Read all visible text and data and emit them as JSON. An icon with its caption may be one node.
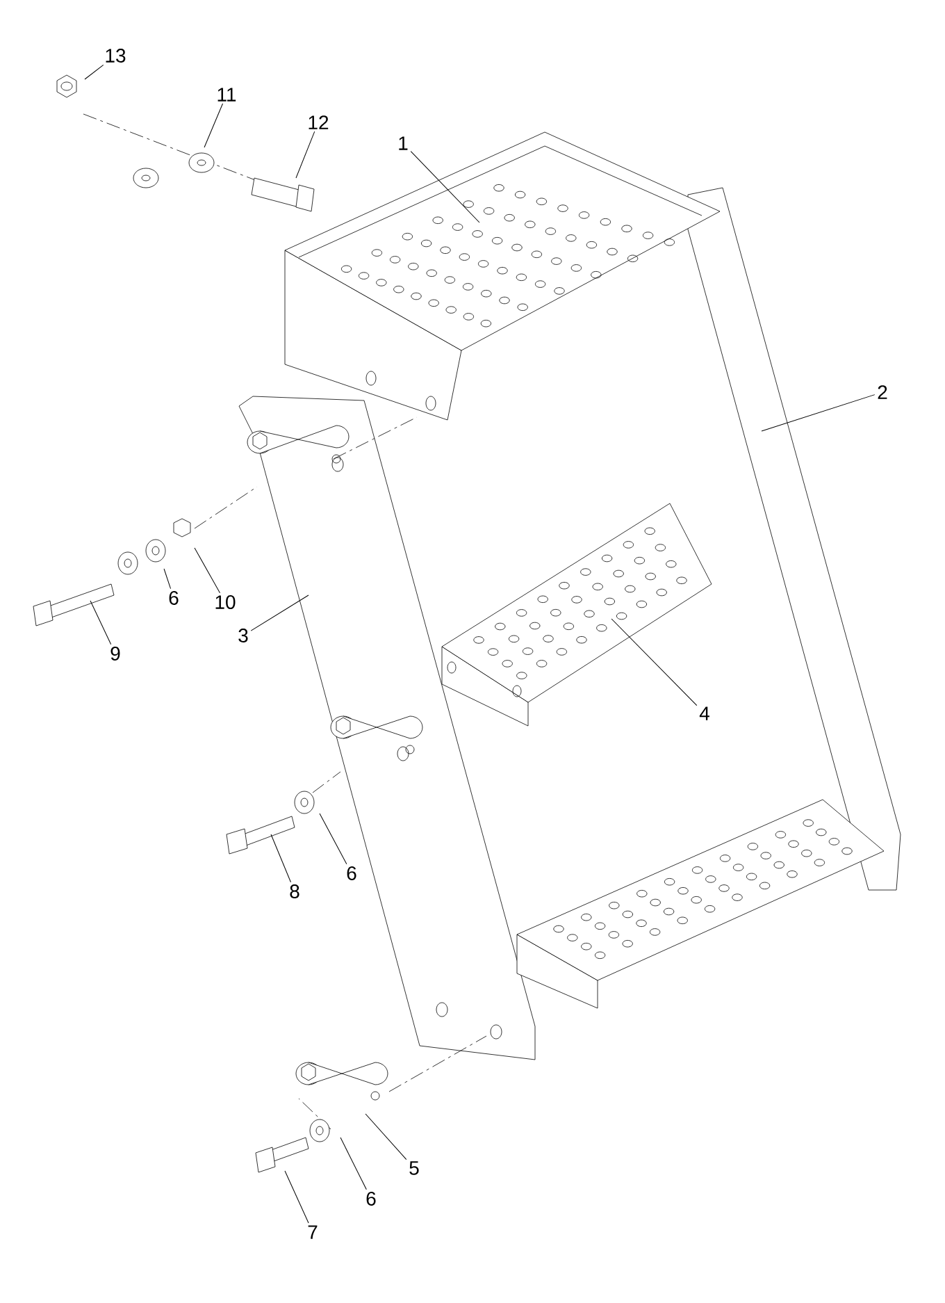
{
  "diagram": {
    "nodes": [
      {
        "text": [
          "13"
        ]
      },
      {
        "text": [
          "11"
        ]
      },
      {
        "text": [
          "12"
        ]
      },
      {
        "text": [
          "1"
        ]
      },
      {
        "text": [
          "2"
        ]
      },
      {
        "text": [
          "10"
        ]
      },
      {
        "text": [
          "6"
        ]
      },
      {
        "text": [
          "9"
        ]
      },
      {
        "text": [
          "3"
        ]
      },
      {
        "text": [
          "4"
        ]
      },
      {
        "text": [
          "8"
        ]
      },
      {
        "text": [
          "6"
        ]
      },
      {
        "text": [
          "5"
        ]
      },
      {
        "text": [
          "6"
        ]
      },
      {
        "text": [
          "7"
        ]
      }
    ],
    "edges": [
      {
        "from": 0,
        "to": null,
        "arrow": "none"
      },
      {
        "from": 1,
        "to": null,
        "arrow": "none"
      },
      {
        "from": 2,
        "to": null,
        "arrow": "none"
      },
      {
        "from": 3,
        "to": null,
        "arrow": "none"
      },
      {
        "from": 4,
        "to": null,
        "arrow": "none"
      },
      {
        "from": 5,
        "to": null,
        "arrow": "none"
      },
      {
        "from": 6,
        "to": null,
        "arrow": "none"
      },
      {
        "from": 7,
        "to": null,
        "arrow": "none"
      },
      {
        "from": 8,
        "to": null,
        "arrow": "none"
      },
      {
        "from": 9,
        "to": null,
        "arrow": "none"
      },
      {
        "from": 10,
        "to": null,
        "arrow": "none"
      },
      {
        "from": 11,
        "to": null,
        "arrow": "none"
      },
      {
        "from": 12,
        "to": null,
        "arrow": "none"
      },
      {
        "from": 13,
        "to": null,
        "arrow": "none"
      },
      {
        "from": 14,
        "to": null,
        "arrow": "none"
      }
    ]
  }
}
